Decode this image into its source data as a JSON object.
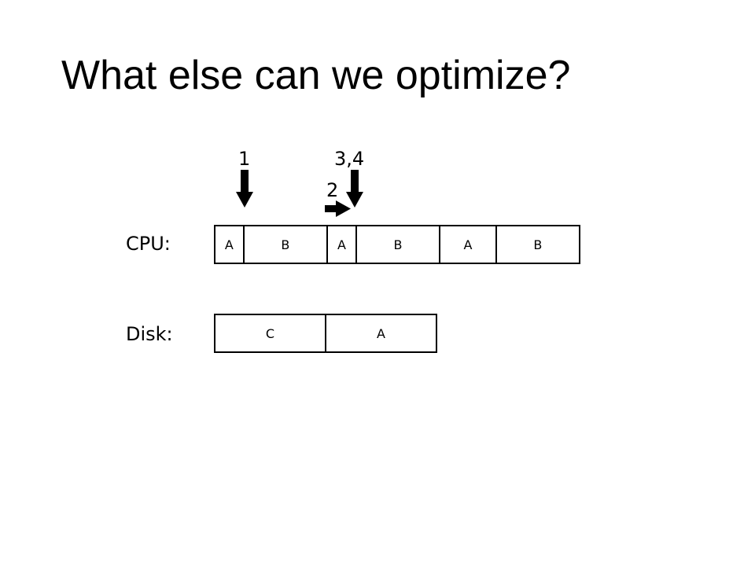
{
  "title": "What else can we optimize?",
  "rows": {
    "cpu": {
      "label": "CPU:",
      "slots": [
        {
          "label": "A",
          "width": 1
        },
        {
          "label": "B",
          "width": 3
        },
        {
          "label": "A",
          "width": 1
        },
        {
          "label": "B",
          "width": 3
        },
        {
          "label": "A",
          "width": 2
        },
        {
          "label": "B",
          "width": 3
        }
      ]
    },
    "disk": {
      "label": "Disk:",
      "slots": [
        {
          "label": "C",
          "width": 4
        },
        {
          "label": "A",
          "width": 4
        }
      ]
    }
  },
  "markers": {
    "one": "1",
    "two": "2",
    "three_four": "3,4"
  }
}
